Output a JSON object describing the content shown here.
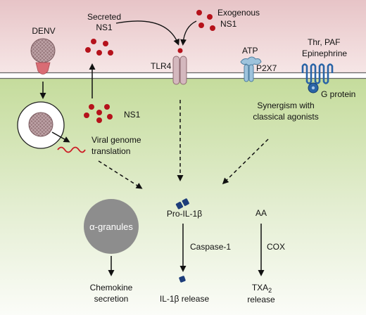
{
  "labels": {
    "denv": "DENV",
    "secreted_1": "Secreted",
    "secreted_2": "NS1",
    "exogenous_1": "Exogenous",
    "exogenous_2": "NS1",
    "tlr4": "TLR4",
    "atp": "ATP",
    "p2x7": "P2X7",
    "agonists_1": "Thr, PAF",
    "agonists_2": "Epinephrine",
    "g_protein": "G protein",
    "ns1": "NS1",
    "viral_1": "Viral genome",
    "viral_2": "translation",
    "synergism_1": "Synergism with",
    "synergism_2": "classical agonists",
    "pro_il1b": "Pro-IL-1β",
    "aa": "AA",
    "granules": "α-granules",
    "caspase": "Caspase-1",
    "cox": "COX",
    "chemokine_1": "Chemokine",
    "chemokine_2": "secretion",
    "il1b_release": "IL-1β release",
    "txa2_main": "TXA",
    "txa2_sub": "2",
    "txa2_release": "release"
  },
  "colors": {
    "ns1_particle": "#b5121b",
    "receptor": "#d4b8be",
    "p2x7": "#9ec3dc",
    "gprotein": "#2a64a6",
    "il1b": "#1d3d7a",
    "granule": "#8d8d8d"
  }
}
